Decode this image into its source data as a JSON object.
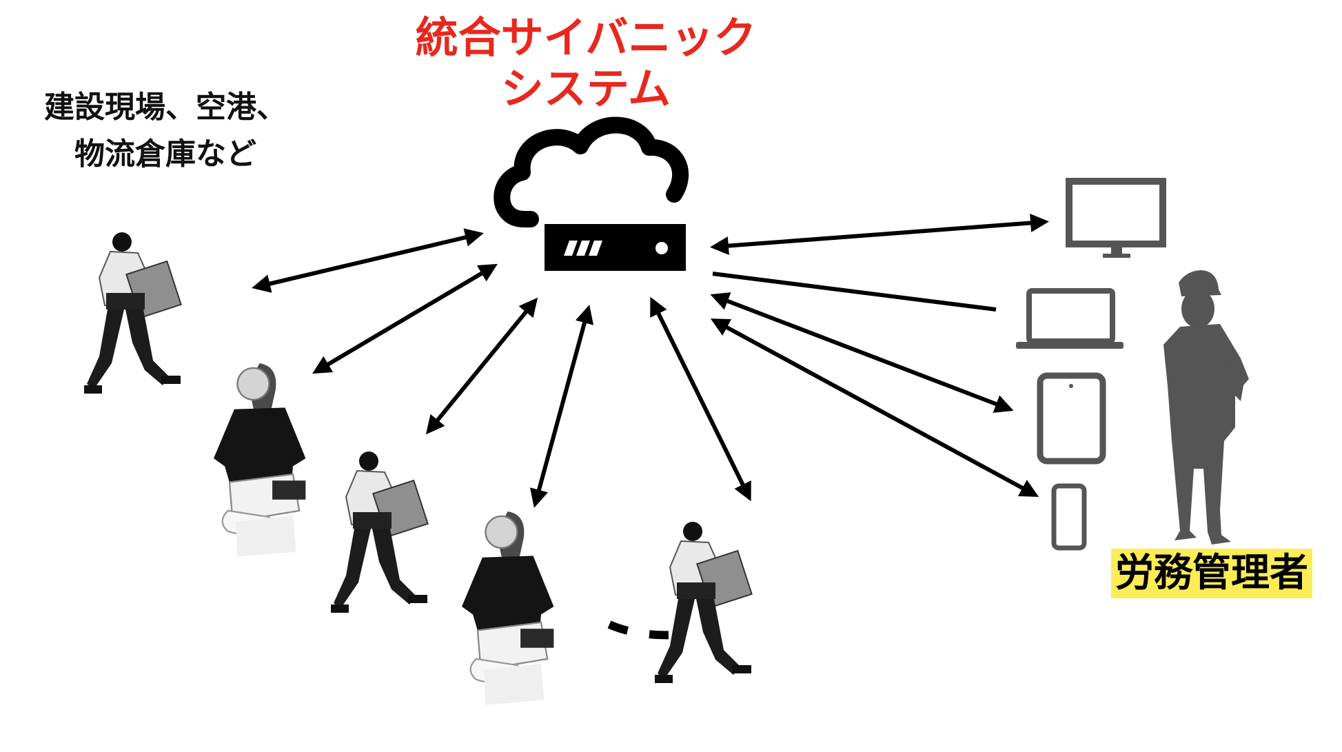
{
  "title": {
    "line1": "統合サイバニック",
    "line2": "システム",
    "color": "#e8281e"
  },
  "location": {
    "line1": "建設現場、空港、",
    "line2": "物流倉庫など"
  },
  "manager": {
    "label": "労務管理者",
    "highlight": "#fcec56"
  },
  "icons": {
    "hub": "cloud-server-icon",
    "devices": [
      "desktop-monitor-icon",
      "laptop-icon",
      "tablet-icon",
      "smartphone-icon"
    ],
    "manager": "manager-silhouette-icon",
    "workers": [
      "worker-photo",
      "worker-photo",
      "worker-photo",
      "worker-photo",
      "worker-photo",
      "worker-photo"
    ]
  }
}
